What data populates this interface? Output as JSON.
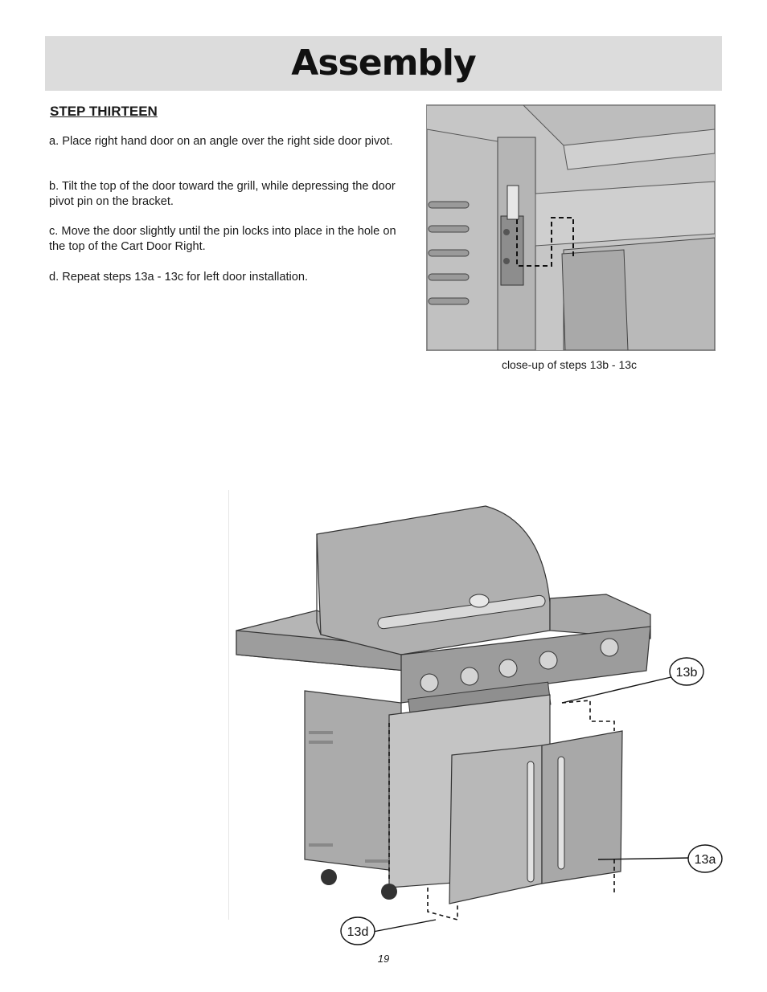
{
  "header": {
    "title": "Assembly"
  },
  "step": {
    "title": "STEP THIRTEEN",
    "instructions": [
      "a. Place right hand door on an angle over the right side door pivot.",
      "b. Tilt the top of the door toward the grill, while depressing the door pivot pin on the bracket.",
      "c. Move the door slightly until the pin locks into place in the hole on the top of the Cart Door Right.",
      "d. Repeat steps 13a - 13c for left door installation."
    ]
  },
  "closeup": {
    "caption": "close-up of steps 13b - 13c"
  },
  "figure": {
    "callouts": {
      "b": "13b",
      "a": "13a",
      "d": "13d"
    }
  },
  "footer": {
    "page_number": "19"
  }
}
